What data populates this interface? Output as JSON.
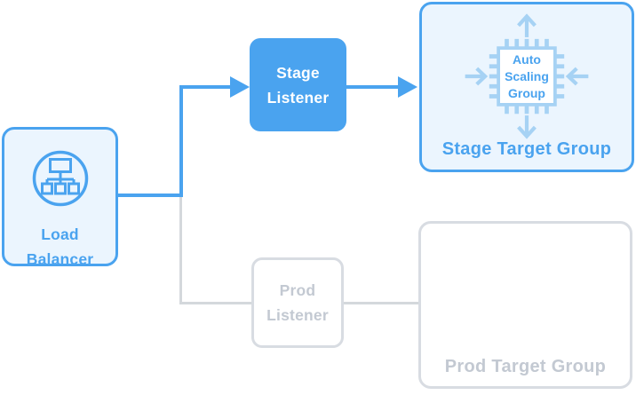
{
  "colors": {
    "primary_blue": "#4AA3EF",
    "light_blue_fill": "#EBF5FE",
    "icon_light_blue": "#A6D2F4",
    "inactive_border": "#D8DCE2",
    "inactive_text": "#C3C9D2",
    "inactive_line": "#D4D8DC"
  },
  "nodes": {
    "load_balancer": {
      "label": "Load\nBalancer",
      "icon": "load-balancer-icon",
      "state": "active"
    },
    "stage_listener": {
      "label": "Stage\nListener",
      "state": "active"
    },
    "prod_listener": {
      "label": "Prod\nListener",
      "state": "inactive"
    },
    "stage_target_group": {
      "label": "Stage Target Group",
      "icon": "auto-scaling-group-icon",
      "icon_label": "Auto\nScaling\nGroup",
      "state": "active"
    },
    "prod_target_group": {
      "label": "Prod Target Group",
      "state": "inactive"
    }
  },
  "edges": [
    {
      "from": "load-balancer",
      "to": "stage-listener",
      "style": "arrow",
      "color": "#4AA3EF"
    },
    {
      "from": "stage-listener",
      "to": "stage-target-group",
      "style": "arrow",
      "color": "#4AA3EF"
    },
    {
      "from": "load-balancer",
      "to": "prod-listener",
      "style": "line",
      "color": "#D4D8DC"
    },
    {
      "from": "prod-listener",
      "to": "prod-target-group",
      "style": "line",
      "color": "#D4D8DC"
    }
  ]
}
